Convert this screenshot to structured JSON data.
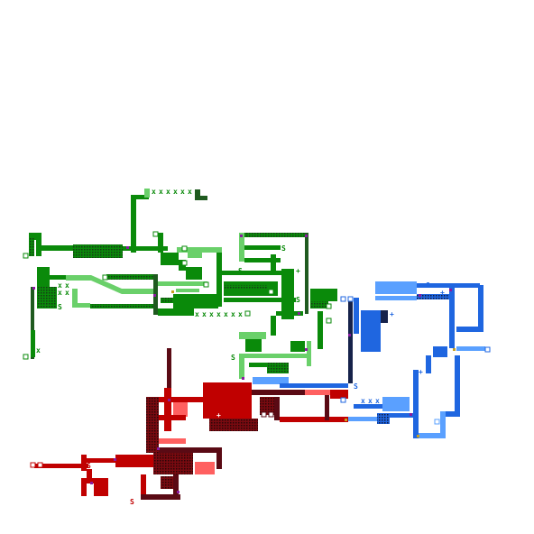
{
  "screen": {
    "background": "#ffffff"
  },
  "palette": {
    "green_dark": "#0a8a0a",
    "green_deep": "#1f5a1f",
    "green_light": "#6ad06a",
    "green_hatch": "#1c4f1c",
    "blue": "#1f66e0",
    "blue_light": "#5aa0ff",
    "blue_dark": "#16224a",
    "red": "#c00000",
    "red_dark": "#5a0a14",
    "red_light": "#ff6060",
    "junction": "#8a1aa0",
    "door": "#c8a020"
  },
  "markers": {
    "start": "S",
    "plus": "+",
    "cross": "x",
    "box": "box-icon"
  },
  "regions": [
    {
      "name": "green-network",
      "color_key": "green_dark"
    },
    {
      "name": "blue-network",
      "color_key": "blue"
    },
    {
      "name": "red-network",
      "color_key": "red"
    }
  ]
}
